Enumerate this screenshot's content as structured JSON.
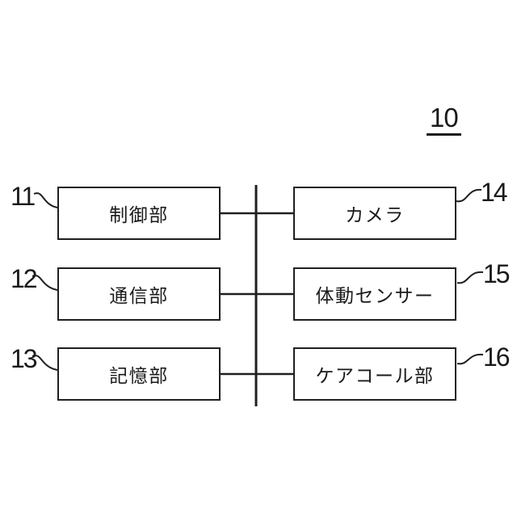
{
  "figure": {
    "figure_number": "10",
    "blocks": [
      {
        "ref": "11",
        "label": "制御部"
      },
      {
        "ref": "12",
        "label": "通信部"
      },
      {
        "ref": "13",
        "label": "記憶部"
      },
      {
        "ref": "14",
        "label": "カメラ"
      },
      {
        "ref": "15",
        "label": "体動センサー"
      },
      {
        "ref": "16",
        "label": "ケアコール部"
      }
    ],
    "colors": {
      "line": "#1f1f1f",
      "text": "#1a1a1a",
      "background": "#ffffff",
      "box_fill": "#ffffff"
    },
    "structure": "central vertical bus connecting left blocks 11-13 and right blocks 14-16"
  }
}
